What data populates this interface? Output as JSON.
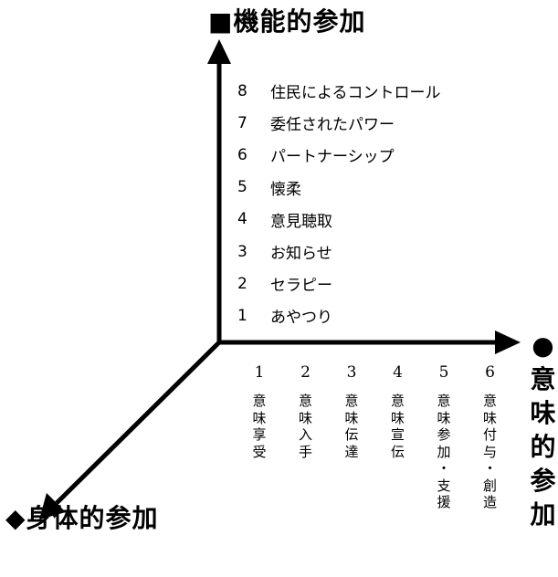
{
  "axes": {
    "functional": {
      "marker": "■",
      "title": "機能的参加"
    },
    "meaning": {
      "marker": "●",
      "title": "意味的参加"
    },
    "physical": {
      "marker": "◆",
      "title": "身体的参加"
    }
  },
  "functional_levels": [
    {
      "num": "8",
      "label": "住民によるコントロール"
    },
    {
      "num": "7",
      "label": "委任されたパワー"
    },
    {
      "num": "6",
      "label": "パートナーシップ"
    },
    {
      "num": "5",
      "label": "懐柔"
    },
    {
      "num": "4",
      "label": "意見聴取"
    },
    {
      "num": "3",
      "label": "お知らせ"
    },
    {
      "num": "2",
      "label": "セラピー"
    },
    {
      "num": "1",
      "label": "あやつり"
    }
  ],
  "meaning_stages": [
    {
      "num": "1",
      "label": "意味享受"
    },
    {
      "num": "2",
      "label": "意味入手"
    },
    {
      "num": "3",
      "label": "意味伝達"
    },
    {
      "num": "4",
      "label": "意味宣伝"
    },
    {
      "num": "5",
      "label": "意味参加・支援"
    },
    {
      "num": "6",
      "label": "意味付与・創造"
    }
  ]
}
